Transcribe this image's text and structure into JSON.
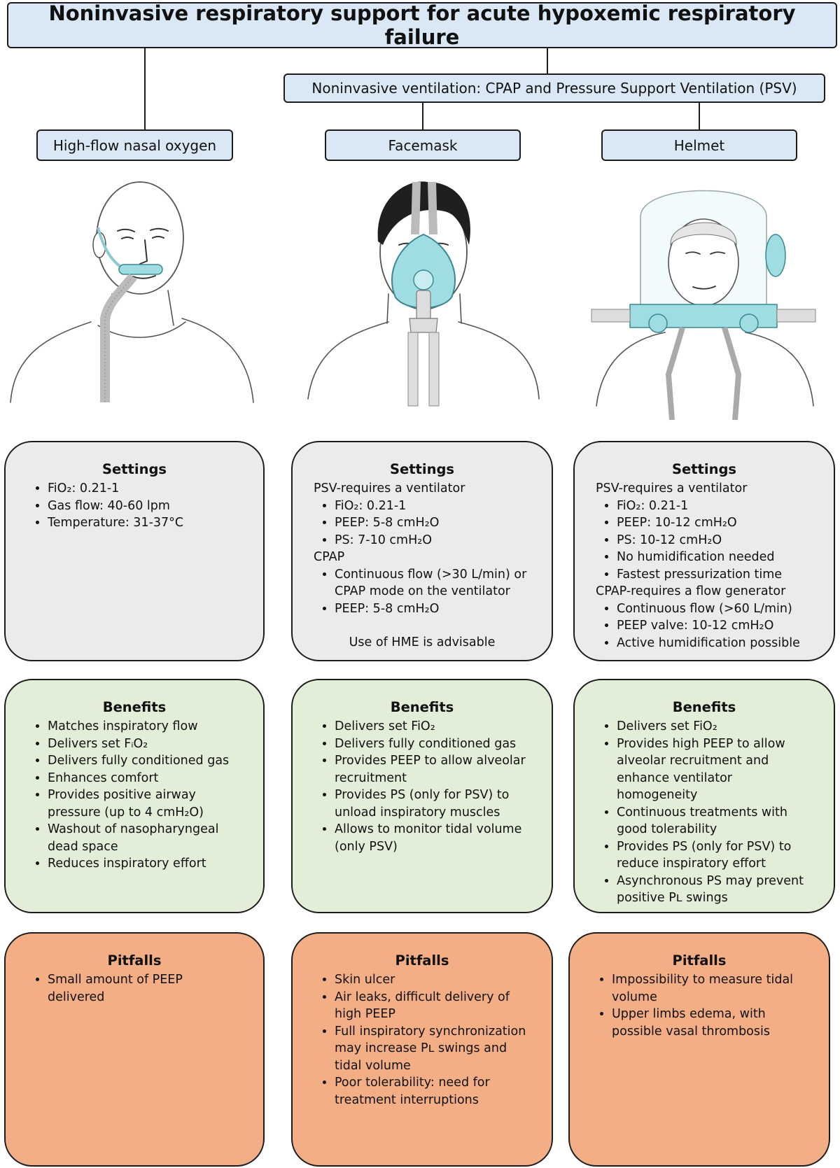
{
  "title": "Noninvasive respiratory support for acute hypoxemic respiratory failure",
  "niv_header": "Noninvasive ventilation: CPAP and Pressure Support Ventilation (PSV)",
  "columns": [
    {
      "header": "High-flow nasal oxygen",
      "settings": {
        "heading": "Settings",
        "items": [
          "FiO₂: 0.21-1",
          "Gas flow: 40-60 lpm",
          "Temperature:  31-37°C"
        ]
      },
      "benefits": {
        "heading": "Benefits",
        "items": [
          "Matches inspiratory flow",
          "Delivers set FᵢO₂",
          "Delivers fully conditioned gas",
          "Enhances comfort",
          "Provides positive airway pressure (up to 4 cmH₂O)",
          "Washout of nasopharyngeal dead space",
          "Reduces inspiratory effort"
        ]
      },
      "pitfalls": {
        "heading": "Pitfalls",
        "items": [
          "Small amount of PEEP delivered"
        ]
      }
    },
    {
      "header": "Facemask",
      "settings": {
        "heading": "Settings",
        "psv_label": "PSV-requires a ventilator",
        "psv_items": [
          "FiO₂: 0.21-1",
          "PEEP: 5-8 cmH₂O",
          "PS: 7-10 cmH₂O"
        ],
        "cpap_label": "CPAP",
        "cpap_items": [
          "Continuous flow (>30 L/min) or CPAP mode on the ventilator",
          "PEEP: 5-8 cmH₂O"
        ],
        "note": "Use of HME is advisable"
      },
      "benefits": {
        "heading": "Benefits",
        "items": [
          "Delivers set FiO₂",
          "Delivers fully conditioned gas",
          "Provides PEEP to allow alveolar recruitment",
          "Provides PS (only for PSV) to unload inspiratory muscles",
          "Allows to monitor tidal volume (only PSV)"
        ]
      },
      "pitfalls": {
        "heading": "Pitfalls",
        "items": [
          "Skin ulcer",
          "Air leaks, difficult delivery of high PEEP",
          "Full inspiratory synchronization may increase Pʟ swings and tidal volume",
          "Poor tolerability: need for treatment interruptions"
        ]
      }
    },
    {
      "header": "Helmet",
      "settings": {
        "heading": "Settings",
        "psv_label": "PSV-requires a ventilator",
        "psv_items": [
          "FiO₂: 0.21-1",
          "PEEP: 10-12 cmH₂O",
          "PS: 10-12 cmH₂O",
          "No humidification needed",
          "Fastest pressurization time"
        ],
        "cpap_label": "CPAP-requires a flow generator",
        "cpap_items": [
          "Continuous flow (>60 L/min)",
          "PEEP valve: 10-12 cmH₂O",
          "Active humidification possible"
        ]
      },
      "benefits": {
        "heading": "Benefits",
        "items": [
          "Delivers set FiO₂",
          "Provides high PEEP to allow alveolar recruitment and enhance ventilator homogeneity",
          "Continuous treatments with good tolerability",
          "Provides PS (only for PSV) to reduce inspiratory effort",
          "Asynchronous PS may prevent positive Pʟ swings"
        ]
      },
      "pitfalls": {
        "heading": "Pitfalls",
        "items": [
          "Impossibility to measure tidal volume",
          "Upper limbs edema, with possible vasal thrombosis"
        ]
      }
    }
  ],
  "colors": {
    "header_fill": "#dae8f5",
    "settings_fill": "#ebebeb",
    "benefits_fill": "#e3eed9",
    "pitfalls_fill": "#f3ae85",
    "device_fill": "#9fdde2"
  }
}
